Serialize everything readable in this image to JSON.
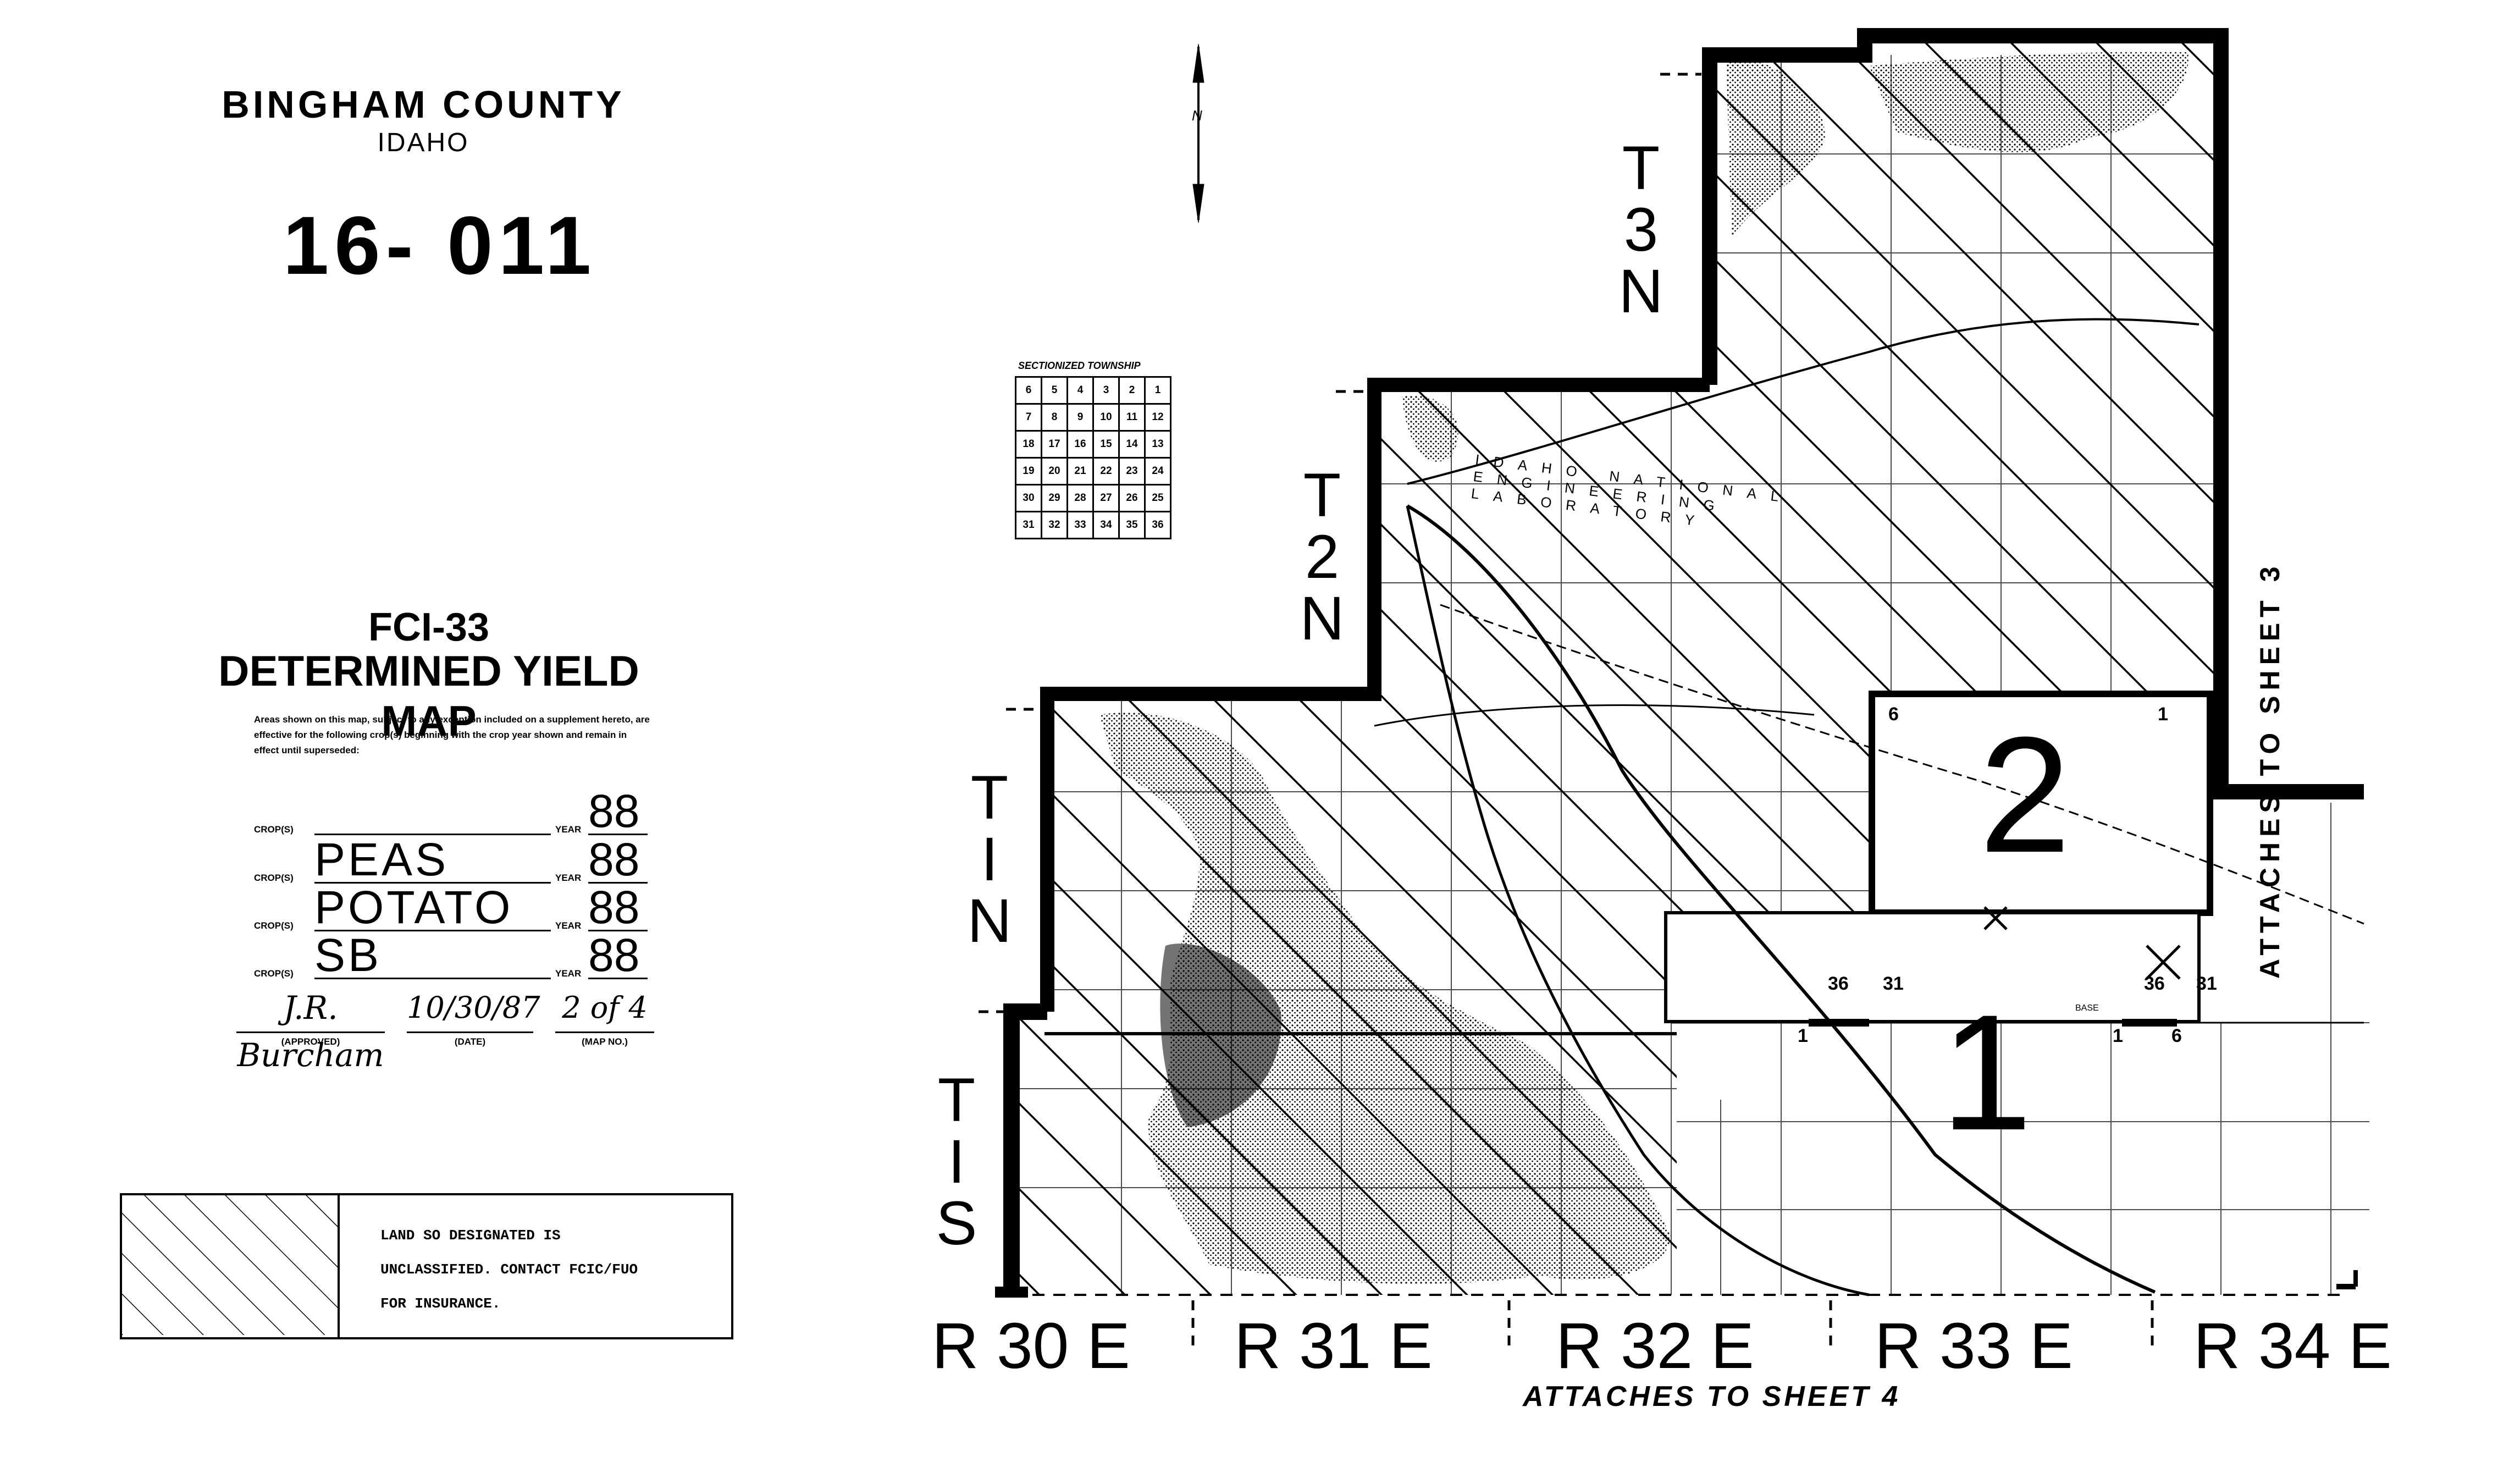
{
  "title_block": {
    "county": "BINGHAM COUNTY",
    "state": "IDAHO",
    "map_number": "16- 011",
    "form_id": "FCI-33",
    "form_title": "DETERMINED YIELD MAP",
    "notice": "Areas shown on this map, subject to any exception included on a supplement hereto, are effective for the following crop(s) beginning with the crop year shown and remain in effect until superseded:"
  },
  "crops": [
    {
      "label": "CROP(S)",
      "crop": "",
      "year_label": "YEAR",
      "year": "88"
    },
    {
      "label": "CROP(S)",
      "crop": "PEAS",
      "year_label": "YEAR",
      "year": "88"
    },
    {
      "label": "CROP(S)",
      "crop": "POTATO",
      "year_label": "YEAR",
      "year": "88"
    },
    {
      "label": "CROP(S)",
      "crop": "SB",
      "year_label": "YEAR",
      "year": "88"
    }
  ],
  "approval": {
    "approved": "J.R. Burcham",
    "approved_label": "(APPROVED)",
    "date": "10/30/87",
    "date_label": "(DATE)",
    "map_no": "2 of 4",
    "map_no_label": "(MAP NO.)"
  },
  "legend": {
    "line1": "LAND SO DESIGNATED IS",
    "line2": "UNCLASSIFIED.  CONTACT FCIC/FUO",
    "line3": "FOR INSURANCE."
  },
  "north_arrow": {
    "label": "N"
  },
  "sectionized_township": {
    "caption": "SECTIONIZED TOWNSHIP",
    "rows": [
      [
        "6",
        "5",
        "4",
        "3",
        "2",
        "1"
      ],
      [
        "7",
        "8",
        "9",
        "10",
        "11",
        "12"
      ],
      [
        "18",
        "17",
        "16",
        "15",
        "14",
        "13"
      ],
      [
        "19",
        "20",
        "21",
        "22",
        "23",
        "24"
      ],
      [
        "30",
        "29",
        "28",
        "27",
        "26",
        "25"
      ],
      [
        "31",
        "32",
        "33",
        "34",
        "35",
        "36"
      ]
    ]
  },
  "townships": {
    "t3n": "T\n3\nN",
    "t2n": "T\n2\nN",
    "t1n": "T\nI\nN",
    "t1s": "T\nI\nS"
  },
  "ranges": [
    "R 30 E",
    "R 31 E",
    "R 32 E",
    "R 33 E",
    "R 34 E"
  ],
  "attaches": {
    "bottom": "ATTACHES TO SHEET 4",
    "right": "ATTACHES TO SHEET 3"
  },
  "areas": {
    "area_1": "1",
    "area_2": "2"
  },
  "section_numbers": {
    "s6a": "6",
    "s1a": "1",
    "s36a": "36",
    "s31a": "31",
    "s36b": "36",
    "s31b": "31",
    "s1b": "1",
    "s1c": "1",
    "s6b": "6",
    "base": "BASE"
  },
  "place_label": {
    "inel": "IDAHO NATIONAL ENGINEERING LABORATORY"
  }
}
